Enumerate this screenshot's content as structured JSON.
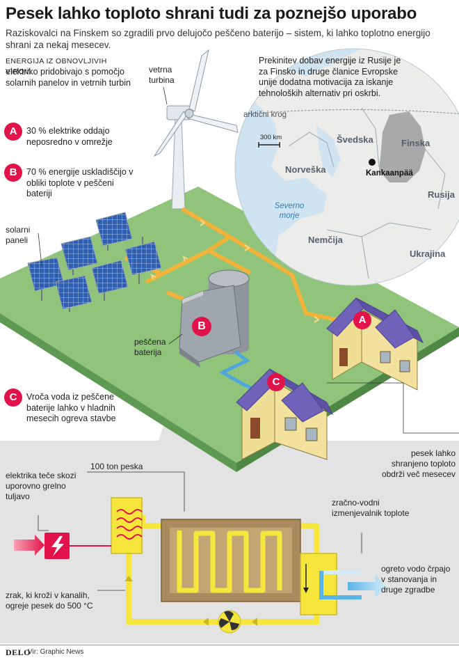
{
  "header": {
    "title": "Pesek lahko toploto shrani tudi za poznejšo uporabo",
    "subtitle": "Raziskovalci na Finskem so zgradili prvo delujočo peščeno baterijo – sistem, ki lahko toplotno energijo shrani za nekaj mesecev."
  },
  "intro": {
    "heading": "ENERGIJA IZ OBNOVLJIVIH VIROV:",
    "text": "elektriko pridobivajo s pomočjo solarnih panelov in vetrnih turbin"
  },
  "legend": {
    "a": {
      "badge": "A",
      "text": "30 % elektrike oddajo neposredno v omrežje"
    },
    "b": {
      "badge": "B",
      "text": "70 % energije uskladiščijo v obliki toplote v peščeni bateriji"
    },
    "c": {
      "badge": "C",
      "text": "Vroča voda iz peščene baterije lahko v hladnih mesecih ogreva stavbe"
    }
  },
  "labels": {
    "wind": "vetrna turbina",
    "solar": "solarni paneli",
    "battery": "peščena baterija",
    "badge_b": "B",
    "house_a": "A",
    "house_c": "C"
  },
  "map": {
    "note": "Prekinitev dobav energije iz Rusije je za Finsko in druge članice Evropske unije dodatna motivacija za iskanje tehnoloških alternativ pri oskrbi.",
    "arctic": "arktični krog",
    "scale": "300 km",
    "countries": {
      "sweden": "Švedska",
      "finland": "Finska",
      "norway": "Norveška",
      "russia": "Rusija",
      "germany": "Nemčija",
      "ukraine": "Ukrajina"
    },
    "city": "Kankaanpää",
    "sea": "Severno morje"
  },
  "detail": {
    "storage_note": "pesek lahko shranjeno toploto obdrži več mesecev",
    "sand": "100 ton peska",
    "element": "elektrika teče skozi uporovno grelno tuljavo",
    "exchanger": "zračno-vodni izmenjevalnik toplote",
    "water": "ogreto vodo črpajo v stanovanja in druge zgradbe",
    "air": "zrak, ki kroži v kanalih, ogreje pesek do 500 °C"
  },
  "footer": {
    "brand": "DELO",
    "source": "Vir: Graphic News"
  },
  "colors": {
    "accent": "#e2134a",
    "grass": "#8fc47a",
    "pipe": "#f2b33a",
    "duct": "#f6e63b",
    "water": "#59b4e6",
    "roof": "#6f62b8",
    "wall": "#f3e29e",
    "detail_bg": "#e3e3e3"
  }
}
